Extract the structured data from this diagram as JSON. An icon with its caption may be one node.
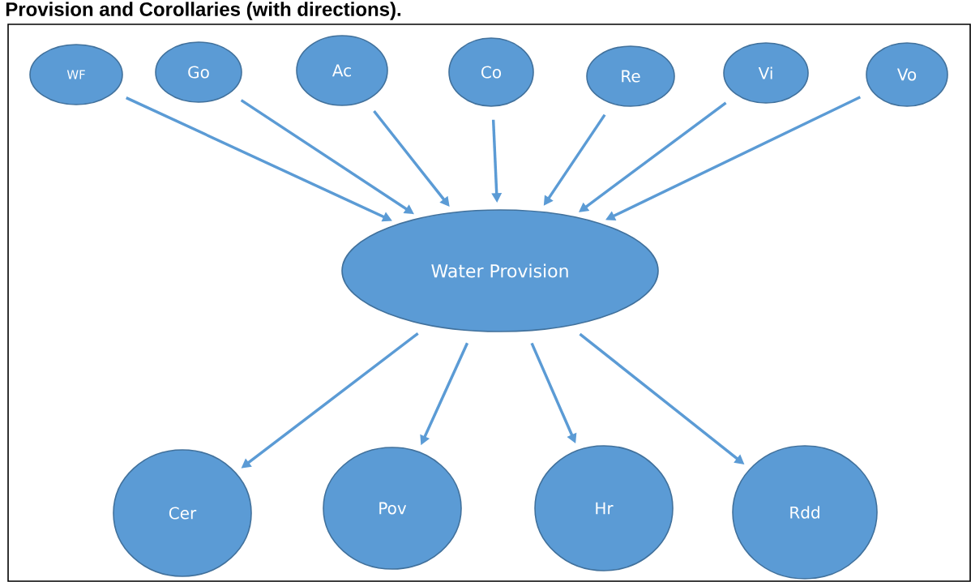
{
  "diagram": {
    "title": "Provision and Corollaries (with directions).",
    "nodes": [
      {
        "text": [
          "WF"
        ]
      },
      {
        "text": [
          "Go"
        ]
      },
      {
        "text": [
          "Ac"
        ]
      },
      {
        "text": [
          "Co"
        ]
      },
      {
        "text": [
          "Re"
        ]
      },
      {
        "text": [
          "Vi"
        ]
      },
      {
        "text": [
          "Vo"
        ]
      },
      {
        "text": [
          "Water Provision"
        ]
      },
      {
        "text": [
          "Cer"
        ]
      },
      {
        "text": [
          "Pov"
        ]
      },
      {
        "text": [
          "Hr"
        ]
      },
      {
        "text": [
          "Rdd"
        ]
      }
    ],
    "edges": [
      {
        "from": 0,
        "to": 7,
        "arrow": "to"
      },
      {
        "from": 1,
        "to": 7,
        "arrow": "to"
      },
      {
        "from": 2,
        "to": 7,
        "arrow": "to"
      },
      {
        "from": 3,
        "to": 7,
        "arrow": "to"
      },
      {
        "from": 4,
        "to": 7,
        "arrow": "to"
      },
      {
        "from": 5,
        "to": 7,
        "arrow": "to"
      },
      {
        "from": 6,
        "to": 7,
        "arrow": "to"
      },
      {
        "from": 7,
        "to": 8,
        "arrow": "to"
      },
      {
        "from": 7,
        "to": 9,
        "arrow": "to"
      },
      {
        "from": 7,
        "to": 10,
        "arrow": "to"
      },
      {
        "from": 7,
        "to": 11,
        "arrow": "to"
      }
    ]
  }
}
